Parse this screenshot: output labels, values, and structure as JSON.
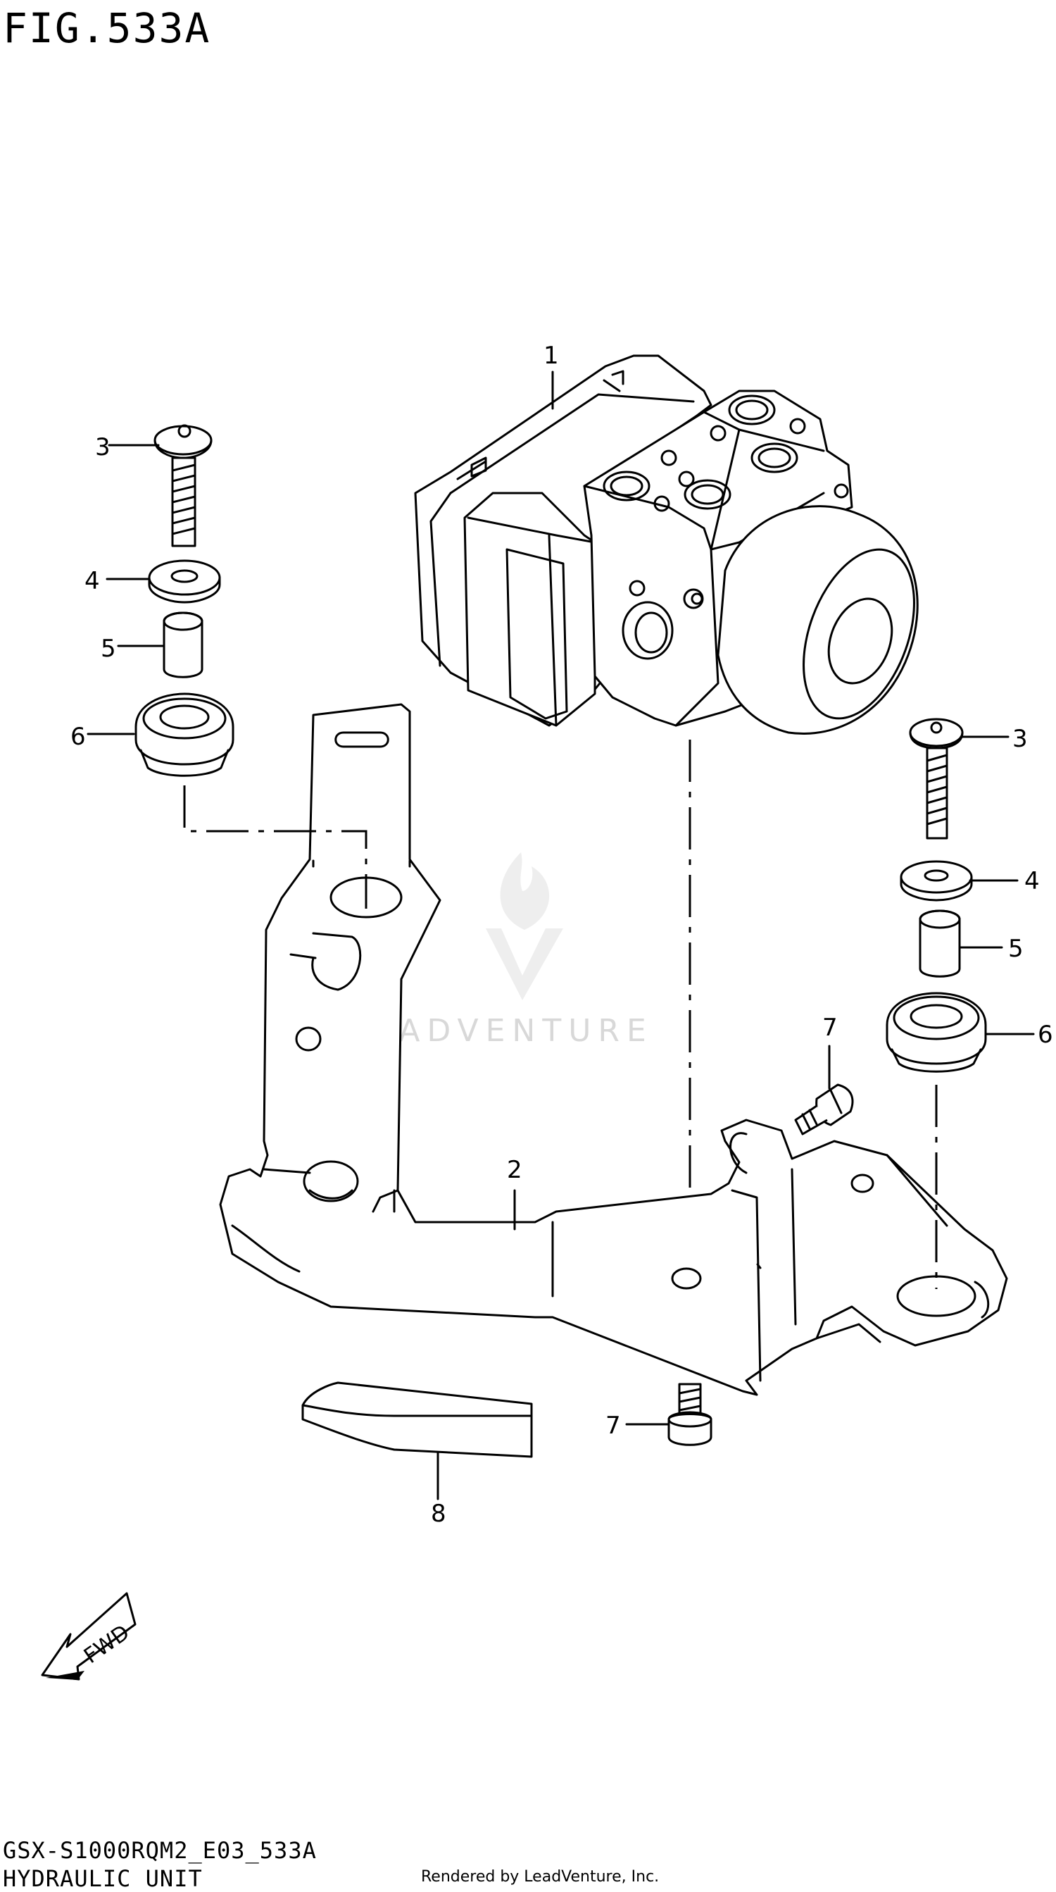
{
  "figure": {
    "title": "FIG.533A",
    "model_code": "GSX-S1000RQM2_E03_533A",
    "subtitle": "HYDRAULIC UNIT",
    "credit": "Rendered by LeadVenture, Inc.",
    "watermark": "LEADVENTURE",
    "fwd_label": "FWD"
  },
  "callouts": [
    {
      "id": "c1",
      "label": "1"
    },
    {
      "id": "c2",
      "label": "2"
    },
    {
      "id": "c3a",
      "label": "3"
    },
    {
      "id": "c4a",
      "label": "4"
    },
    {
      "id": "c5a",
      "label": "5"
    },
    {
      "id": "c6a",
      "label": "6"
    },
    {
      "id": "c3b",
      "label": "3"
    },
    {
      "id": "c4b",
      "label": "4"
    },
    {
      "id": "c5b",
      "label": "5"
    },
    {
      "id": "c6b",
      "label": "6"
    },
    {
      "id": "c7a",
      "label": "7"
    },
    {
      "id": "c7b",
      "label": "7"
    },
    {
      "id": "c8",
      "label": "8"
    }
  ]
}
